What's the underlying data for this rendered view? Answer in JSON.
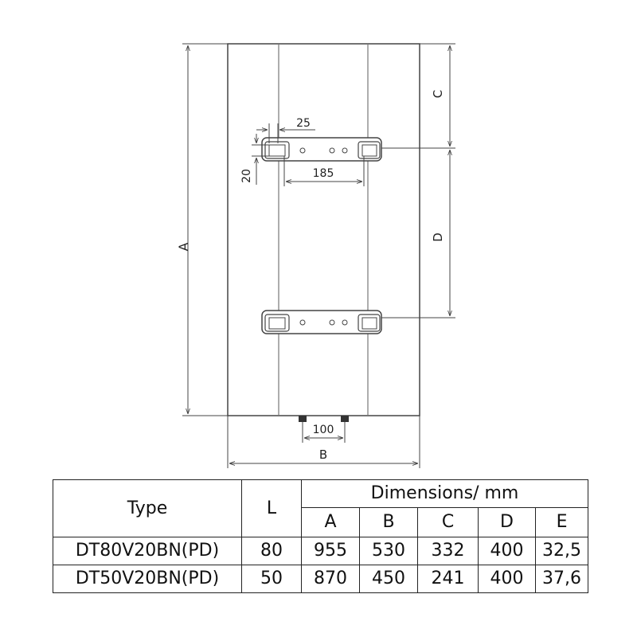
{
  "drawing": {
    "dimension_labels": {
      "height": "A",
      "width": "B",
      "top_to_upper_bracket": "C",
      "bracket_spacing": "D",
      "slot_width": "25",
      "slot_height": "20",
      "slot_spacing": "185",
      "pipe_spacing": "100"
    }
  },
  "table": {
    "header": {
      "type": "Type",
      "liters": "L",
      "dimensions": "Dimensions/ mm",
      "columns": [
        "A",
        "B",
        "C",
        "D",
        "E"
      ]
    },
    "rows": [
      {
        "type": "DT80V20BN(PD)",
        "liters": "80",
        "A": "955",
        "B": "530",
        "C": "332",
        "D": "400",
        "E": "32,5"
      },
      {
        "type": "DT50V20BN(PD)",
        "liters": "50",
        "A": "870",
        "B": "450",
        "C": "241",
        "D": "400",
        "E": "37,6"
      }
    ]
  }
}
